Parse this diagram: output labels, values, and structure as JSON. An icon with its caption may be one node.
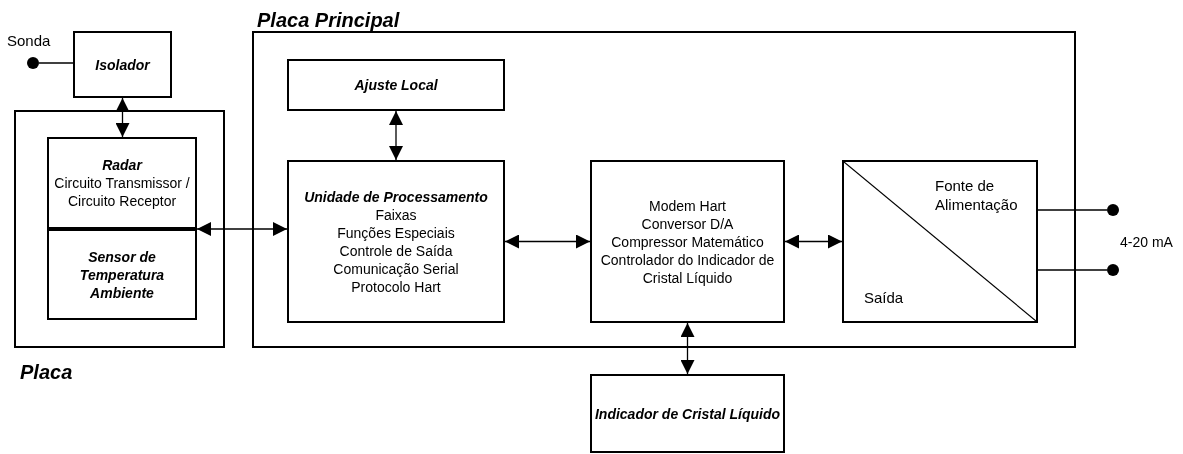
{
  "diagram": {
    "nodes": [
      {
        "text": [],
        "shape": "circle",
        "beside": [
          "Sonda"
        ]
      },
      {
        "text": [
          "Isolador"
        ]
      },
      {
        "text": [
          "Placa"
        ]
      },
      {
        "text": [
          "Radar",
          "Circuito Transmissor / Circuito Receptor"
        ],
        "in": 2
      },
      {
        "text": [
          "Sensor de Temperatura Ambiente"
        ],
        "in": 2
      },
      {
        "text": [
          "Placa Principal"
        ]
      },
      {
        "text": [
          "Ajuste Local"
        ],
        "in": 5
      },
      {
        "text": [
          "Unidade de Processamento",
          "Faixas",
          "Funções Especiais",
          "Controle de Saída",
          "Comunicação Serial",
          "Protocolo Hart"
        ],
        "in": 5
      },
      {
        "text": [
          "Modem Hart",
          "Conversor D/A",
          "Compressor Matemático",
          "Controlador do Indicador de Cristal Líquido"
        ],
        "in": 5
      },
      {
        "text": [
          "Fonte de Alimentação",
          "Saída"
        ],
        "in": 5
      },
      {
        "text": [],
        "shape": "circle"
      },
      {
        "text": [],
        "shape": "circle"
      },
      {
        "text": [
          "Indicador de Cristal Líquido"
        ]
      }
    ],
    "edges": [
      {
        "from": 0,
        "to": 1,
        "arrow": "none"
      },
      {
        "from": 1,
        "to": 3,
        "arrow": "both"
      },
      {
        "from": 3,
        "to": 7,
        "arrow": "both"
      },
      {
        "from": 6,
        "to": 7,
        "arrow": "both"
      },
      {
        "from": 7,
        "to": 8,
        "arrow": "both"
      },
      {
        "from": 8,
        "to": 9,
        "arrow": "both"
      },
      {
        "from": 8,
        "to": 12,
        "arrow": "both"
      },
      {
        "from": 9,
        "to": 10,
        "arrow": "none"
      },
      {
        "from": 9,
        "to": 11,
        "arrow": "none"
      }
    ],
    "labels": [
      "4-20 mA"
    ]
  }
}
